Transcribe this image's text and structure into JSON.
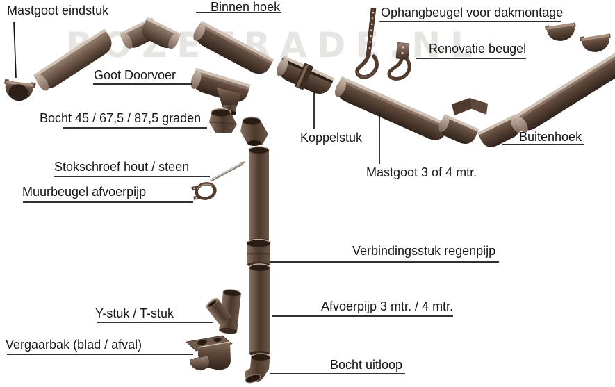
{
  "watermark": "ROZETRADE.NL",
  "labels": {
    "mastgoot_eindstuk": "Mastgoot eindstuk",
    "binnen_hoek": "Binnen hoek",
    "ophangbeugel": "Ophangbeugel voor dakmontage",
    "renovatie_beugel": "Renovatie beugel",
    "goot_doorvoer": "Goot Doorvoer",
    "bocht_graden": "Bocht 45 / 67,5 / 87,5 graden",
    "koppelstuk": "Koppelstuk",
    "buitenhoek": "Buitenhoek",
    "mastgoot_lengte": "Mastgoot 3 of 4 mtr.",
    "stokschroef": "Stokschroef hout / steen",
    "muurbeugel": "Muurbeugel afvoerpijp",
    "verbindingsstuk": "Verbindingsstuk regenpijp",
    "y_stuk": "Y-stuk / T-stuk",
    "afvoerpijp": "Afvoerpijp 3 mtr. / 4 mtr.",
    "vergaarbak": "Vergaarbak (blad / afval)",
    "bocht_uitloop": "Bocht uitloop"
  },
  "colors": {
    "background": "#ffffff",
    "label_text": "#151515",
    "line": "#131313",
    "part_dark": "#30231b",
    "part_mid": "#5d4739",
    "part_light": "#cfc2b5",
    "watermark": "#e7e5e2"
  }
}
